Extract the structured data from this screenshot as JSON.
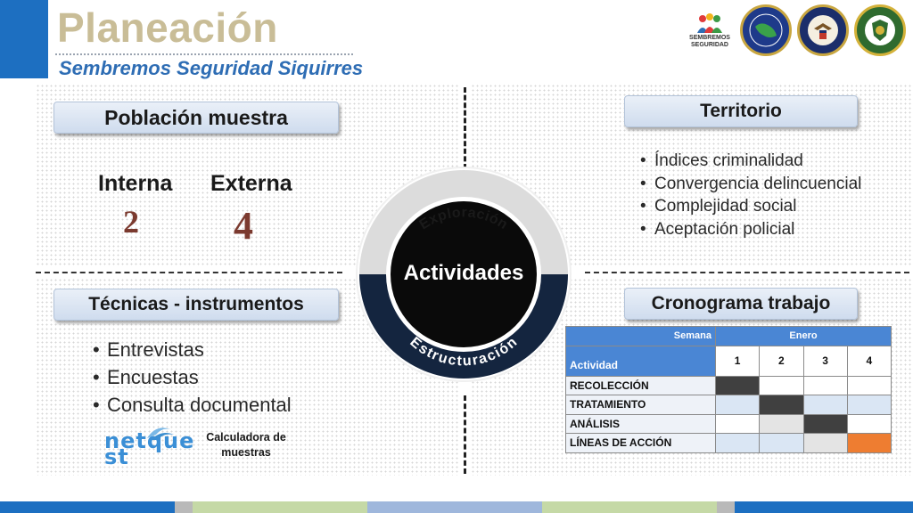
{
  "header": {
    "title": "Planeación",
    "subtitle": "Sembremos Seguridad Siquirres"
  },
  "logos": [
    {
      "name": "sembremos-seguridad-logo",
      "text": "SEMBREMOS\nSEGURIDAD"
    },
    {
      "name": "ministerio-seguridad-seal"
    },
    {
      "name": "us-embassy-seal"
    },
    {
      "name": "policia-nacional-seal"
    }
  ],
  "poblacion": {
    "heading": "Población muestra",
    "interna_label": "Interna",
    "interna_value": "2",
    "externa_label": "Externa",
    "externa_value": "4"
  },
  "territorio": {
    "heading": "Territorio",
    "items": [
      "Índices criminalidad",
      "Convergencia delincuencial",
      "Complejidad social",
      "Aceptación policial"
    ]
  },
  "center": {
    "label": "Actividades",
    "top_arc": "Exploración",
    "bottom_arc": "Estructuración"
  },
  "tecnicas": {
    "heading": "Técnicas - instrumentos",
    "items": [
      "Entrevistas",
      "Encuestas",
      "Consulta documental"
    ],
    "netquest_logo": "netquest",
    "calc_label_line1": "Calculadora de",
    "calc_label_line2": "muestras"
  },
  "cronograma": {
    "heading": "Cronograma trabajo",
    "semana_label": "Semana",
    "month_label": "Enero",
    "actividad_label": "Actividad",
    "weeks": [
      "1",
      "2",
      "3",
      "4"
    ],
    "rows": [
      {
        "name": "RECOLECCIÓN",
        "cells": [
          "dark",
          "white",
          "white",
          "white"
        ]
      },
      {
        "name": "TRATAMIENTO",
        "cells": [
          "light",
          "dark",
          "light",
          "light"
        ]
      },
      {
        "name": "ANÁLISIS",
        "cells": [
          "white",
          "grey",
          "dark",
          "white"
        ]
      },
      {
        "name": "LÍNEAS DE ACCIÓN",
        "cells": [
          "light",
          "light",
          "grey",
          "orange"
        ]
      }
    ]
  },
  "colors": {
    "accent_blue": "#1d6fc1",
    "title_beige": "#c9bd97",
    "subtitle_blue": "#2e6db4",
    "value_brown": "#7b3a2f",
    "navy": "#14253f",
    "orange": "#ee7d31"
  }
}
